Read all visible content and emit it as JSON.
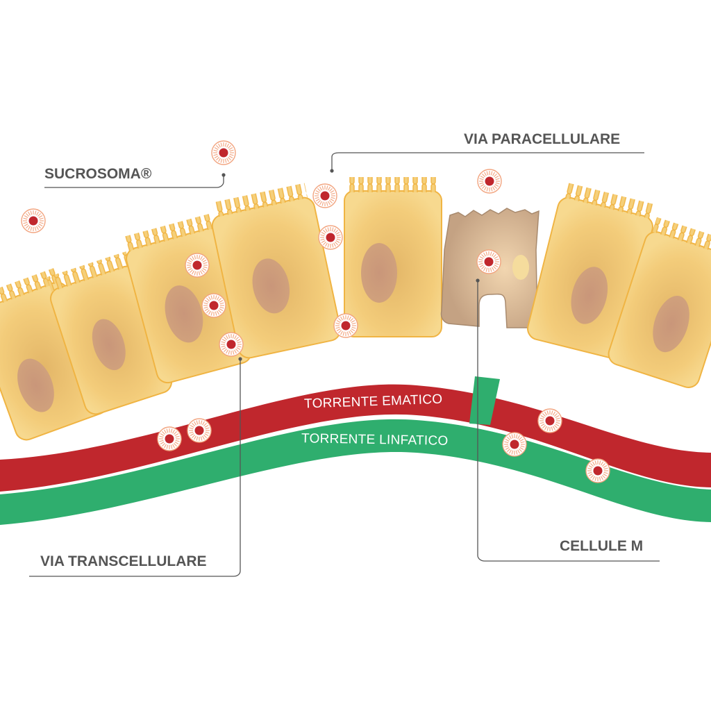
{
  "labels": {
    "sucrosoma": "SUCROSOMA®",
    "paracellular": "VIA PARACELLULARE",
    "transcellular": "VIA TRANSCELLULARE",
    "m_cells": "CELLULE M",
    "blood_stream": "TORRENTE EMATICO",
    "lymph_stream": "TORRENTE LINFATICO"
  },
  "colors": {
    "cell_fill": "#f5cf7a",
    "cell_stroke": "#f0b443",
    "nucleus": "#c99a78",
    "m_cell_fill": "#c9a98a",
    "blood": "#c0272d",
    "lymph": "#2fae6e",
    "particle_core": "#c0272d",
    "particle_ring": "#f2a47f",
    "callout_line": "#555555"
  }
}
